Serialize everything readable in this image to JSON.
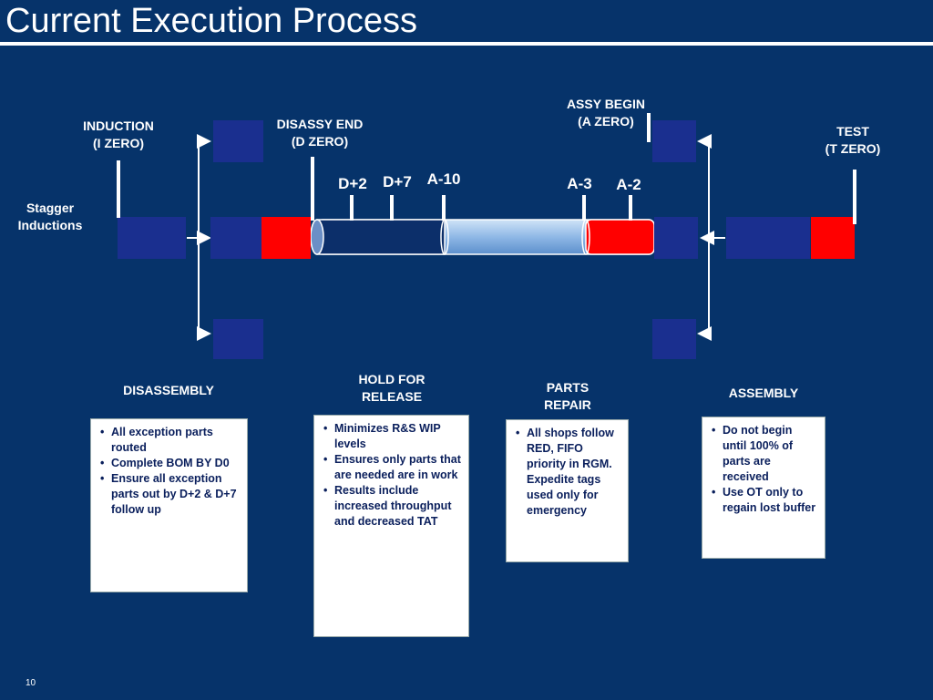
{
  "header": {
    "title": "Current Execution Process"
  },
  "milestones": {
    "induction": [
      "INDUCTION",
      "(I ZERO)"
    ],
    "stagger": [
      "Stagger",
      "Inductions"
    ],
    "disassy_end": [
      "DISASSY END",
      "(D ZERO)"
    ],
    "assy_begin": [
      "ASSY BEGIN",
      "(A ZERO)"
    ],
    "test": [
      "TEST",
      "(T ZERO)"
    ],
    "d2": "D+2",
    "d7": "D+7",
    "a10": "A-10",
    "a3": "A-3",
    "a2": "A-2"
  },
  "phases": {
    "disassembly": {
      "heading": "DISASSEMBLY",
      "bullets": [
        "All exception parts routed",
        "Complete BOM BY D0",
        "Ensure all exception parts out by D+2 & D+7 follow up"
      ]
    },
    "hold": {
      "heading": [
        "HOLD FOR",
        "RELEASE"
      ],
      "bullets": [
        "Minimizes R&S WIP levels",
        "Ensures only parts that are needed are in work",
        "Results include increased throughput and decreased TAT"
      ]
    },
    "repair": {
      "heading": [
        "PARTS",
        "REPAIR"
      ],
      "bullets": [
        "All shops follow RED, FIFO priority in RGM. Expedite tags used only for emergency"
      ]
    },
    "assembly": {
      "heading": "ASSEMBLY",
      "bullets": [
        "Do not begin until 100% of parts are received",
        "Use OT only to regain lost buffer"
      ]
    }
  },
  "footer": {
    "page": "10"
  },
  "colors": {
    "background": "#06336a",
    "box": "#1a2f8f",
    "red": "#ff0000",
    "pipe": "#8fb8e6"
  }
}
